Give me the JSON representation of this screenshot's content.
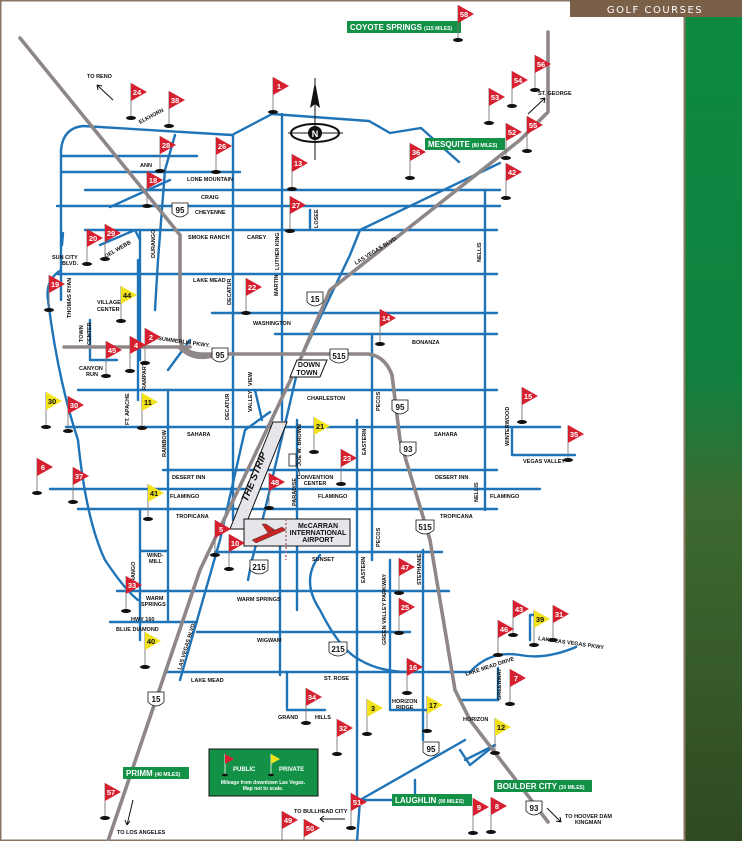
{
  "header": {
    "title": "GOLF COURSES"
  },
  "colors": {
    "road": "#1f74b8",
    "highway": "#8f8787",
    "public_flag": "#d6202f",
    "private_flag": "#f2e21b",
    "destination_bg": "#129147",
    "header_bg": "#7a5f49",
    "side_panel": "#0f7a3c"
  },
  "destinations": {
    "coyote_springs": {
      "name": "COYOTE SPRINGS",
      "miles": "(115 MILES)"
    },
    "mesquite": {
      "name": "MESQUITE",
      "miles": "(80 MILES)"
    },
    "primm": {
      "name": "PRIMM",
      "miles": "(40 MILES)"
    },
    "laughlin": {
      "name": "LAUGHLIN",
      "miles": "(90 MILES)"
    },
    "boulder_city": {
      "name": "BOULDER CITY",
      "miles": "(30 MILES)"
    }
  },
  "directions": {
    "to_reno": "TO RENO",
    "st_george": "ST. GEORGE",
    "to_los_angeles": "TO LOS ANGELES",
    "to_bullhead": "TO BULLHEAD CITY",
    "to_hoover": "TO HOOVER DAM",
    "kingman": "KINGMAN"
  },
  "compass": {
    "north": "N"
  },
  "shields": {
    "us95": "95",
    "i15": "15",
    "i515": "515",
    "us93": "93",
    "i215": "215"
  },
  "landmarks": {
    "downtown_1": "DOWN",
    "downtown_2": "TOWN",
    "strip": "THE STRIP",
    "airport_1": "McCARRAN",
    "airport_2": "INTERNATIONAL",
    "airport_3": "AIRPORT",
    "convention_1": "CONVENTION",
    "convention_2": "CENTER"
  },
  "streets": {
    "elkhorn": "ELKHORN",
    "ann": "ANN",
    "lone_mountain": "LONE MOUNTAIN",
    "craig": "CRAIG",
    "cheyenne": "CHEYENNE",
    "smoke_ranch": "SMOKE RANCH",
    "carey": "CAREY",
    "luther_king": "LUTHER KING",
    "losee": "LOSEE",
    "durango": "DURANGO",
    "sun_city_1": "SUN CITY",
    "sun_city_2": "BLVD.",
    "del_webb": "DEL WEBB",
    "las_vegas_blvd": "LAS VEGAS BLVD.",
    "nellis": "NELLIS",
    "lake_mead": "LAKE MEAD",
    "decatur": "DECATUR",
    "martin": "MARTIN",
    "thomas_ryan": "THOMAS RYAN",
    "village_1": "VILLAGE",
    "village_2": "CENTER",
    "washington": "WASHINGTON",
    "bonanza": "BONANZA",
    "town_1": "TOWN",
    "town_2": "CENTER",
    "summerlin": "SUMMERLIN PKWY.",
    "canyon_1": "CANYON",
    "canyon_2": "RUN",
    "rampart": "RAMPART",
    "ft_apache": "FT. APACHE",
    "valley": "VALLEY",
    "view": "VIEW",
    "charleston": "CHARLESTON",
    "pecos": "PECOS",
    "sahara": "SAHARA",
    "winterwood": "WINTERWOOD",
    "vegas_valley": "VEGAS VALLEY",
    "rainbow": "RAINBOW",
    "joe_w_brown": "JOE W. BROWN",
    "eastern": "EASTERN",
    "desert_inn": "DESERT INN",
    "flamingo": "FLAMINGO",
    "paradise": "PARADISE",
    "tropicana": "TROPICANA",
    "wind_1": "WIND-",
    "wind_2": "MILL",
    "sunset": "SUNSET",
    "stephanie": "STEPHANIE",
    "warm_1": "WARM",
    "warm_2": "SPRINGS",
    "warm_springs": "WARM SPRINGS",
    "green_valley": "GREEN VALLEY PARKWAY",
    "hwy160": "HWY 160",
    "blue_diamond": "BLUE DIAMOND",
    "wigwam": "WIGWAM",
    "lake_las_vegas": "LAKE LAS VEGAS PKWY",
    "lake_mead_drive": "LAKE MEAD DRIVE",
    "st_rose": "ST. ROSE",
    "greenway": "GREENWAY",
    "horizon_1": "HORIZON",
    "horizon_2": "RIDGE",
    "horizon": "HORIZON",
    "grand": "GRAND",
    "hills": "HILLS"
  },
  "legend": {
    "public": "PUBLIC",
    "private": "PRIVATE",
    "note_1": "Mileage from downtown Las Vegas.",
    "note_2": "Map not to scale."
  },
  "courses": [
    {
      "number": "58",
      "type": "public"
    },
    {
      "number": "24",
      "type": "public"
    },
    {
      "number": "38",
      "type": "public"
    },
    {
      "number": "1",
      "type": "public"
    },
    {
      "number": "56",
      "type": "public"
    },
    {
      "number": "54",
      "type": "public"
    },
    {
      "number": "53",
      "type": "public"
    },
    {
      "number": "55",
      "type": "public"
    },
    {
      "number": "52",
      "type": "public"
    },
    {
      "number": "36",
      "type": "public"
    },
    {
      "number": "42",
      "type": "public"
    },
    {
      "number": "28",
      "type": "public"
    },
    {
      "number": "26",
      "type": "public"
    },
    {
      "number": "13",
      "type": "public"
    },
    {
      "number": "18",
      "type": "public"
    },
    {
      "number": "27",
      "type": "public"
    },
    {
      "number": "20",
      "type": "public"
    },
    {
      "number": "29",
      "type": "public"
    },
    {
      "number": "19",
      "type": "public"
    },
    {
      "number": "44",
      "type": "private"
    },
    {
      "number": "22",
      "type": "public"
    },
    {
      "number": "14",
      "type": "public"
    },
    {
      "number": "2",
      "type": "public"
    },
    {
      "number": "4",
      "type": "public"
    },
    {
      "number": "45",
      "type": "public"
    },
    {
      "number": "30",
      "type": "private"
    },
    {
      "number": "30",
      "type": "public"
    },
    {
      "number": "11",
      "type": "private"
    },
    {
      "number": "15",
      "type": "public"
    },
    {
      "number": "21",
      "type": "private"
    },
    {
      "number": "35",
      "type": "public"
    },
    {
      "number": "6",
      "type": "public"
    },
    {
      "number": "37",
      "type": "public"
    },
    {
      "number": "23",
      "type": "public"
    },
    {
      "number": "48",
      "type": "public"
    },
    {
      "number": "41",
      "type": "private"
    },
    {
      "number": "5",
      "type": "public"
    },
    {
      "number": "10",
      "type": "public"
    },
    {
      "number": "47",
      "type": "public"
    },
    {
      "number": "33",
      "type": "public"
    },
    {
      "number": "25",
      "type": "public"
    },
    {
      "number": "43",
      "type": "public"
    },
    {
      "number": "39",
      "type": "private"
    },
    {
      "number": "31",
      "type": "public"
    },
    {
      "number": "46",
      "type": "public"
    },
    {
      "number": "40",
      "type": "private"
    },
    {
      "number": "16",
      "type": "public"
    },
    {
      "number": "7",
      "type": "public"
    },
    {
      "number": "34",
      "type": "public"
    },
    {
      "number": "3",
      "type": "private"
    },
    {
      "number": "17",
      "type": "private"
    },
    {
      "number": "32",
      "type": "public"
    },
    {
      "number": "12",
      "type": "private"
    },
    {
      "number": "51",
      "type": "public"
    },
    {
      "number": "57",
      "type": "public"
    },
    {
      "number": "9",
      "type": "public"
    },
    {
      "number": "8",
      "type": "public"
    },
    {
      "number": "49",
      "type": "public"
    },
    {
      "number": "50",
      "type": "public"
    }
  ]
}
